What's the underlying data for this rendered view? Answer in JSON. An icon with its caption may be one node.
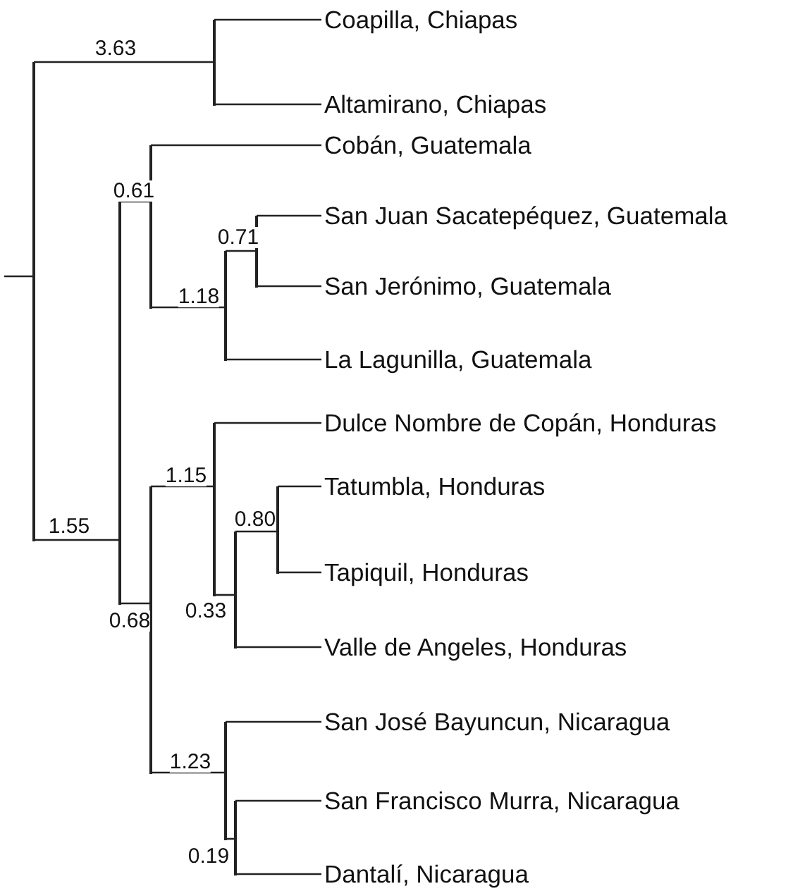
{
  "diagram": {
    "nodes": [
      {
        "text": [
          "Coapilla, Chiapas"
        ]
      },
      {
        "text": [
          "Altamirano, Chiapas"
        ]
      },
      {
        "text": [
          "Cobán, Guatemala"
        ]
      },
      {
        "text": [
          "San Juan Sacatepéquez, Guatemala"
        ]
      },
      {
        "text": [
          "San Jerónimo, Guatemala"
        ]
      },
      {
        "text": [
          "La Lagunilla, Guatemala"
        ]
      },
      {
        "text": [
          "Dulce Nombre de Copán, Honduras"
        ]
      },
      {
        "text": [
          "Tatumbla, Honduras"
        ]
      },
      {
        "text": [
          "Tapiquil, Honduras"
        ]
      },
      {
        "text": [
          "Valle de Angeles, Honduras"
        ]
      },
      {
        "text": [
          "San José Bayuncun, Nicaragua"
        ]
      },
      {
        "text": [
          "San Francisco Murra, Nicaragua"
        ]
      },
      {
        "text": [
          "Dantalí, Nicaragua"
        ]
      },
      {
        "text": [],
        "shape": "bar"
      },
      {
        "text": [],
        "shape": "bar"
      },
      {
        "text": [],
        "shape": "bar"
      },
      {
        "text": [],
        "shape": "bar"
      },
      {
        "text": [],
        "shape": "bar"
      },
      {
        "text": [],
        "shape": "bar"
      },
      {
        "text": [],
        "shape": "bar"
      },
      {
        "text": [],
        "shape": "bar"
      },
      {
        "text": [],
        "shape": "bar"
      },
      {
        "text": [],
        "shape": "bar"
      },
      {
        "text": [],
        "shape": "bar"
      },
      {
        "text": [],
        "shape": "bar"
      }
    ],
    "edges": [
      {
        "from": null,
        "to": 13,
        "arrow": "none"
      },
      {
        "from": 13,
        "to": 17,
        "arrow": "none",
        "label": "3.63"
      },
      {
        "from": 17,
        "to": 0,
        "arrow": "none"
      },
      {
        "from": 17,
        "to": 1,
        "arrow": "none"
      },
      {
        "from": 13,
        "to": 14,
        "arrow": "none",
        "label": "1.55"
      },
      {
        "from": 14,
        "to": 15,
        "arrow": "none",
        "label": "0.61"
      },
      {
        "from": 15,
        "to": 2,
        "arrow": "none"
      },
      {
        "from": 15,
        "to": 19,
        "arrow": "none",
        "label": "1.18"
      },
      {
        "from": 19,
        "to": 23,
        "arrow": "none",
        "label": "0.71"
      },
      {
        "from": 23,
        "to": 3,
        "arrow": "none"
      },
      {
        "from": 23,
        "to": 4,
        "arrow": "none"
      },
      {
        "from": 19,
        "to": 5,
        "arrow": "none"
      },
      {
        "from": 14,
        "to": 16,
        "arrow": "none",
        "label": "0.68"
      },
      {
        "from": 16,
        "to": 18,
        "arrow": "none",
        "label": "1.15"
      },
      {
        "from": 18,
        "to": 6,
        "arrow": "none"
      },
      {
        "from": 18,
        "to": 21,
        "arrow": "none",
        "label": "0.33"
      },
      {
        "from": 21,
        "to": 24,
        "arrow": "none",
        "label": "0.80"
      },
      {
        "from": 24,
        "to": 7,
        "arrow": "none"
      },
      {
        "from": 24,
        "to": 8,
        "arrow": "none"
      },
      {
        "from": 21,
        "to": 9,
        "arrow": "none"
      },
      {
        "from": 16,
        "to": 20,
        "arrow": "none",
        "label": "1.23"
      },
      {
        "from": 20,
        "to": 10,
        "arrow": "none"
      },
      {
        "from": 20,
        "to": 22,
        "arrow": "none",
        "label": "0.19"
      },
      {
        "from": 22,
        "to": 11,
        "arrow": "none"
      },
      {
        "from": 22,
        "to": 12,
        "arrow": "none"
      }
    ]
  }
}
